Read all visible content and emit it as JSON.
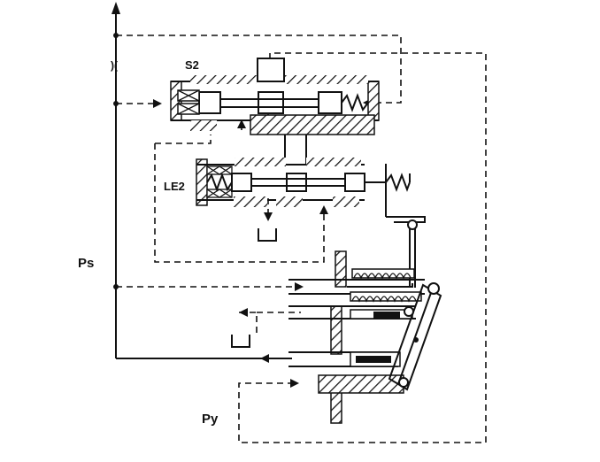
{
  "labels": {
    "valve_top": "S2",
    "valve_mid": "LE2",
    "supply_pressure": "Ps",
    "pilot_pressure": "Py",
    "orifice_mark": ")("
  }
}
